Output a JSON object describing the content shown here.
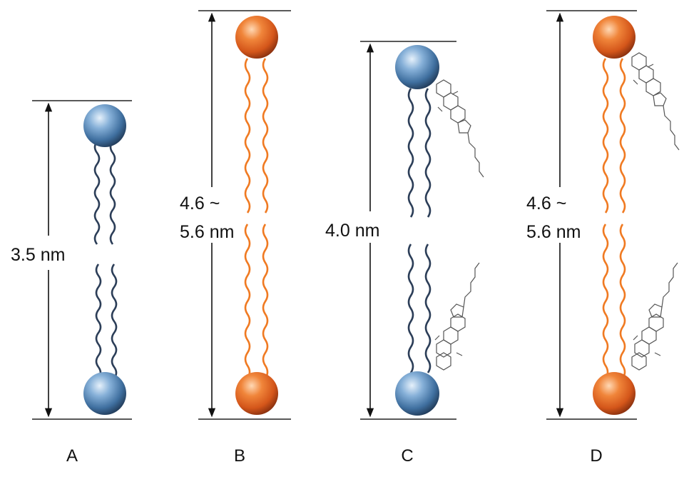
{
  "colors": {
    "blue_head": "#4a7fb3",
    "orange_head": "#e0621c",
    "blue_chain": "#2c3e58",
    "orange_chain": "#f07a22",
    "sterol_line": "#555555",
    "line": "#111111"
  },
  "panels": [
    {
      "id": "A",
      "label": "A",
      "thickness_label": [
        "3.5 nm"
      ],
      "head_color": "blue",
      "sterol": false
    },
    {
      "id": "B",
      "label": "B",
      "thickness_label": [
        "4.6 ~",
        "5.6 nm"
      ],
      "head_color": "orange",
      "sterol": false
    },
    {
      "id": "C",
      "label": "C",
      "thickness_label": [
        "4.0 nm"
      ],
      "head_color": "blue",
      "sterol": true
    },
    {
      "id": "D",
      "label": "D",
      "thickness_label": [
        "4.6 ~",
        "5.6 nm"
      ],
      "head_color": "orange",
      "sterol": true
    }
  ]
}
